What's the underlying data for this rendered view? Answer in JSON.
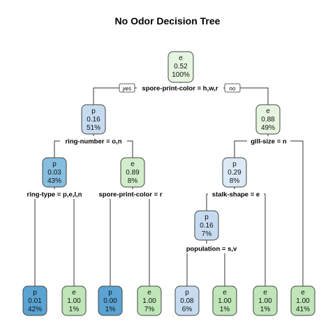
{
  "title": "No Odor Decision Tree",
  "branch_labels": {
    "yes": "yes",
    "no": "no"
  },
  "colors": {
    "e_light": "#e6f5e0",
    "e_mid": "#d2edcb",
    "e_strong": "#bfe5b8",
    "p_light": "#dce9f6",
    "p_mid": "#c6dbef",
    "p_strong": "#86bedf",
    "p_dark": "#5aa3d3"
  },
  "nodes": [
    {
      "id": "n1",
      "cls": "e",
      "prob": "0.52",
      "pct": "100%",
      "fill": "e_light"
    },
    {
      "id": "n2",
      "cls": "p",
      "prob": "0.16",
      "pct": "51%",
      "fill": "p_mid"
    },
    {
      "id": "n3",
      "cls": "e",
      "prob": "0.88",
      "pct": "49%",
      "fill": "e_light"
    },
    {
      "id": "n4",
      "cls": "p",
      "prob": "0.03",
      "pct": "43%",
      "fill": "p_strong"
    },
    {
      "id": "n5",
      "cls": "e",
      "prob": "0.89",
      "pct": "8%",
      "fill": "e_mid"
    },
    {
      "id": "n6",
      "cls": "p",
      "prob": "0.29",
      "pct": "8%",
      "fill": "p_light"
    },
    {
      "id": "n7",
      "cls": "p",
      "prob": "0.16",
      "pct": "7%",
      "fill": "p_mid"
    },
    {
      "id": "l1",
      "cls": "p",
      "prob": "0.01",
      "pct": "42%",
      "fill": "p_dark"
    },
    {
      "id": "l2",
      "cls": "e",
      "prob": "1.00",
      "pct": "1%",
      "fill": "e_strong"
    },
    {
      "id": "l3",
      "cls": "p",
      "prob": "0.00",
      "pct": "1%",
      "fill": "p_dark"
    },
    {
      "id": "l4",
      "cls": "e",
      "prob": "1.00",
      "pct": "7%",
      "fill": "e_strong"
    },
    {
      "id": "l5",
      "cls": "p",
      "prob": "0.08",
      "pct": "6%",
      "fill": "p_mid"
    },
    {
      "id": "l6",
      "cls": "e",
      "prob": "1.00",
      "pct": "1%",
      "fill": "e_strong"
    },
    {
      "id": "l7",
      "cls": "e",
      "prob": "1.00",
      "pct": "1%",
      "fill": "e_strong"
    },
    {
      "id": "l8",
      "cls": "e",
      "prob": "1.00",
      "pct": "41%",
      "fill": "e_strong"
    }
  ],
  "splits": [
    {
      "id": "s1",
      "label": "spore-print-color = h,w,r"
    },
    {
      "id": "s2",
      "label": "ring-number = o,n"
    },
    {
      "id": "s3",
      "label": "gill-size = n"
    },
    {
      "id": "s4",
      "label": "ring-type = p,e,l,n"
    },
    {
      "id": "s5",
      "label": "spore-print-color = r"
    },
    {
      "id": "s6",
      "label": "stalk-shape = e"
    },
    {
      "id": "s7",
      "label": "population = s,v"
    }
  ]
}
